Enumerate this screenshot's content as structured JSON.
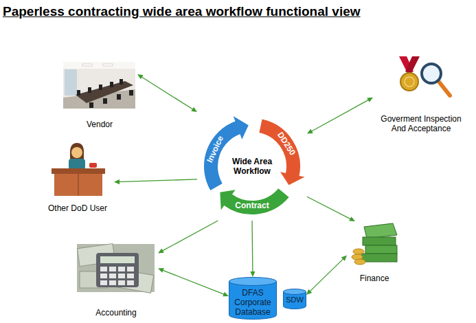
{
  "diagram": {
    "title": "Paperless contracting wide area workflow functional view",
    "nodes": [
      {
        "text": [
          "Vendor"
        ]
      },
      {
        "text": [
          "Goverment Inspection And Acceptance"
        ]
      },
      {
        "text": [
          "Wide Area Workflow",
          "Invoice",
          "DD250",
          "Contract"
        ]
      },
      {
        "text": [
          "Other DoD User"
        ]
      },
      {
        "text": [
          "Finance"
        ]
      },
      {
        "text": [
          "Accounting"
        ]
      },
      {
        "text": [
          "DFAS Corporate Database"
        ]
      },
      {
        "text": [
          "SDW"
        ]
      }
    ],
    "edges": [
      {
        "from": 0,
        "to": 2,
        "arrow": "both"
      },
      {
        "from": 1,
        "to": 2,
        "arrow": "both"
      },
      {
        "from": 2,
        "to": 3,
        "arrow": "to"
      },
      {
        "from": 2,
        "to": 4,
        "arrow": "to"
      },
      {
        "from": 2,
        "to": 5,
        "arrow": "to"
      },
      {
        "from": 2,
        "to": 6,
        "arrow": "to"
      },
      {
        "from": 5,
        "to": 6,
        "arrow": "both"
      },
      {
        "from": 7,
        "to": 4,
        "arrow": "both"
      }
    ]
  }
}
